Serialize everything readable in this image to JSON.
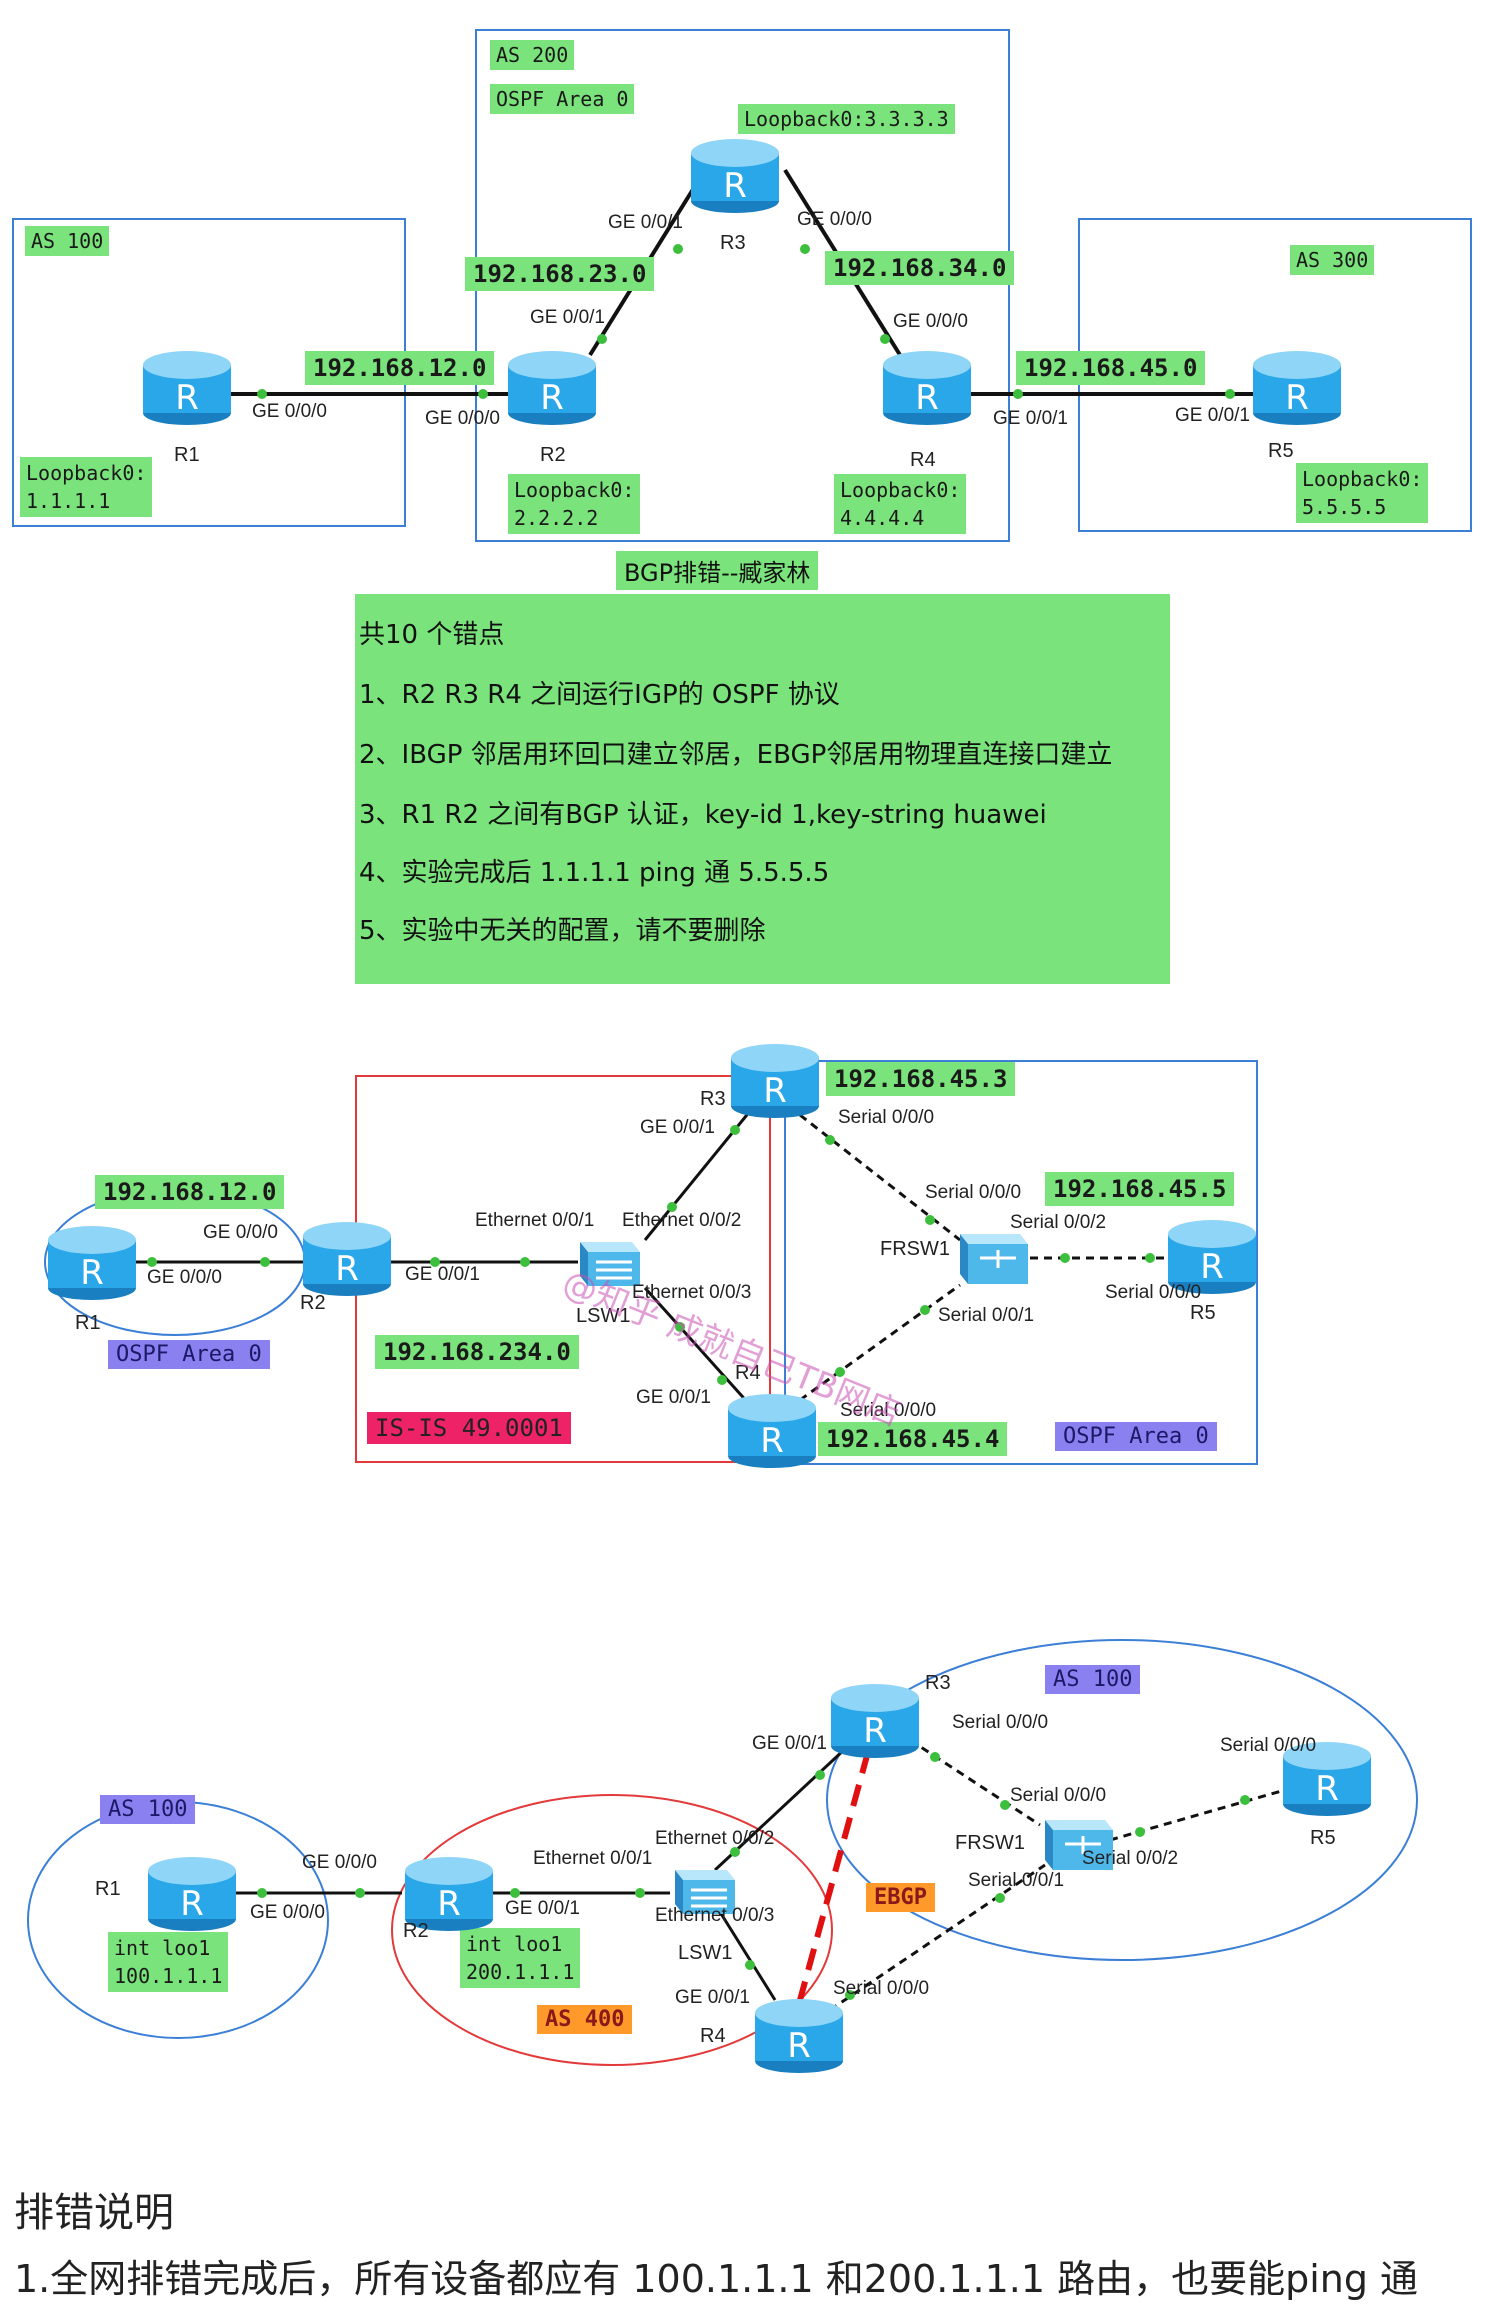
{
  "colors": {
    "label_green": "#7be37b",
    "label_blue": "#8b80f0",
    "label_pink": "#ee2266",
    "label_orange": "#ff9a2a",
    "router_blue": "#2aa7e8",
    "frame_blue": "#3b7fd6",
    "frame_red": "#e23a3a"
  },
  "d1": {
    "as100": "AS 100",
    "as200": "AS 200",
    "ospf_area": "OSPF Area 0",
    "as300": "AS 300",
    "r3_loopback": "Loopback0:3.3.3.3",
    "net_23": "192.168.23.0",
    "net_34": "192.168.34.0",
    "net_12": "192.168.12.0",
    "net_45": "192.168.45.0",
    "r1_lb_a": "Loopback0:",
    "r1_lb_b": "1.1.1.1",
    "r2_lb_a": "Loopback0:",
    "r2_lb_b": "2.2.2.2",
    "r4_lb_a": "Loopback0:",
    "r4_lb_b": "4.4.4.4",
    "r5_lb_a": "Loopback0:",
    "r5_lb_b": "5.5.5.5",
    "r1": "R1",
    "r2": "R2",
    "r3": "R3",
    "r4": "R4",
    "r5": "R5",
    "if_r3_left": "GE 0/0/1",
    "if_r3_right": "GE 0/0/0",
    "if_r2_up": "GE 0/0/1",
    "if_r4_up": "GE 0/0/0",
    "if_r1": "GE 0/0/0",
    "if_r2_left": "GE 0/0/0",
    "if_r4_right": "GE 0/0/1",
    "if_r5": "GE 0/0/1",
    "title": "BGP排错--臧家林"
  },
  "notes": {
    "count": "共10 个错点",
    "items": [
      "1、R2 R3 R4 之间运行IGP的 OSPF 协议",
      "2、IBGP 邻居用环回口建立邻居，EBGP邻居用物理直连接口建立",
      "3、R1 R2 之间有BGP 认证，key-id 1,key-string huawei",
      "4、实验完成后 1.1.1.1 ping 通 5.5.5.5",
      "5、实验中无关的配置，请不要删除"
    ]
  },
  "d2": {
    "net_12": "192.168.12.0",
    "ospf_area_left": "OSPF Area 0",
    "net_234": "192.168.234.0",
    "isis": "IS-IS 49.0001",
    "r3_ip": "192.168.45.3",
    "r5_ip": "192.168.45.5",
    "r4_ip": "192.168.45.4",
    "ospf_area_right": "OSPF Area 0",
    "r1": "R1",
    "r2": "R2",
    "r3": "R3",
    "r4": "R4",
    "r5": "R5",
    "lsw1": "LSW1",
    "frsw1": "FRSW1",
    "if_r1": "GE 0/0/0",
    "if_r2_left": "GE 0/0/0",
    "if_r2_right": "GE 0/0/1",
    "if_lsw_e1": "Ethernet 0/0/1",
    "if_lsw_e2": "Ethernet 0/0/2",
    "if_lsw_e3": "Ethernet 0/0/3",
    "if_r3_ge": "GE 0/0/1",
    "if_r4_ge": "GE 0/0/1",
    "if_r3_s": "Serial 0/0/0",
    "if_fr_s0": "Serial 0/0/0",
    "if_fr_s2": "Serial 0/0/2",
    "if_fr_s1": "Serial 0/0/1",
    "if_r5_s": "Serial 0/0/0",
    "if_r4_s": "Serial 0/0/0",
    "watermark": "@知乎 成就自己TB网店"
  },
  "d3": {
    "as100_left": "AS 100",
    "as100_right": "AS 100",
    "as400": "AS 400",
    "ebgp": "EBGP",
    "r1_int_a": "int loo1",
    "r1_int_b": "100.1.1.1",
    "r2_int_a": "int loo1",
    "r2_int_b": "200.1.1.1",
    "r1": "R1",
    "r2": "R2",
    "r3": "R3",
    "r4": "R4",
    "r5": "R5",
    "lsw1": "LSW1",
    "frsw1": "FRSW1",
    "if_r1": "GE 0/0/0",
    "if_r2_left": "GE 0/0/0",
    "if_r2_right": "GE 0/0/1",
    "if_lsw_e1": "Ethernet 0/0/1",
    "if_lsw_e2": "Ethernet 0/0/2",
    "if_lsw_e3": "Ethernet 0/0/3",
    "if_r3_ge": "GE 0/0/1",
    "if_r4_ge": "GE 0/0/1",
    "if_r3_s": "Serial 0/0/0",
    "if_fr_s0": "Serial 0/0/0",
    "if_fr_s1": "Serial 0/0/1",
    "if_fr_s2": "Serial 0/0/2",
    "if_r5_s": "Serial 0/0/0",
    "if_r4_s": "Serial 0/0/0"
  },
  "bottom": {
    "heading": "排错说明",
    "line1": "1.全网排错完成后，所有设备都应有 100.1.1.1 和200.1.1.1 路由，也要能ping 通"
  }
}
